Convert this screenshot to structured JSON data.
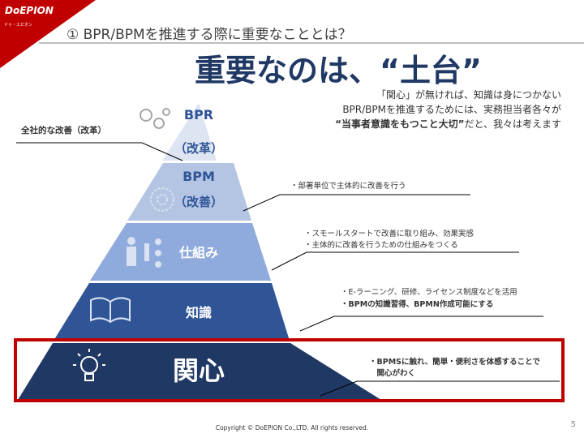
{
  "brand": {
    "logo_text": "DoEPION",
    "logo_sub": "ドゥ・エピオン"
  },
  "header": {
    "subtitle": "① BPR/BPMを推進する際に重要なこととは？",
    "headline": "重要なのは、“土台”"
  },
  "message": {
    "line1": "「関心」が無ければ、知識は身につかない",
    "line2": "BPR/BPMを推進するためには、実務担当者各々が",
    "line3_bold": "“当事者意識をもつこと大切”",
    "line3_rest": "だと、我々は考えます"
  },
  "pyramid": [
    {
      "label1": "BPR",
      "label2": "（改革）",
      "color": "#dde4f2",
      "text_color": "#2f5597",
      "icon": "gears-icon"
    },
    {
      "label1": "BPM",
      "label2": "（改善）",
      "color": "#b4c5e4",
      "text_color": "#2f5597",
      "icon": "gear-icon"
    },
    {
      "label1": "仕組み",
      "color": "#8faadc",
      "text_color": "#ffffff",
      "icon": "org-chart-icon"
    },
    {
      "label1": "知識",
      "color": "#2f5597",
      "text_color": "#ffffff",
      "icon": "book-icon"
    },
    {
      "label1": "関心",
      "color": "#203864",
      "text_color": "#ffffff",
      "icon": "lightbulb-icon"
    }
  ],
  "notes": {
    "bpr": "全社的な改善（改革）",
    "bpm": "・部署単位で主体的に改善を行う",
    "shikumi": [
      "・スモールスタートで改善に取り組み、効果実感",
      "・主体的に改善を行うための仕組みをつくる"
    ],
    "chishiki": [
      "・E-ラーニング、研修、ライセンス制度などを活用",
      "・BPMの知識習得、BPMN作成可能にする"
    ],
    "kanshin": [
      "・BPMSに触れ、簡単・便利さを体感することで",
      "　関心がわく"
    ]
  },
  "footer": {
    "copyright": "Copyright ©  DoEPION Co.,LTD. All rights reserved.",
    "page": "5"
  },
  "colors": {
    "accent": "#c00000",
    "navy": "#1f3864"
  }
}
